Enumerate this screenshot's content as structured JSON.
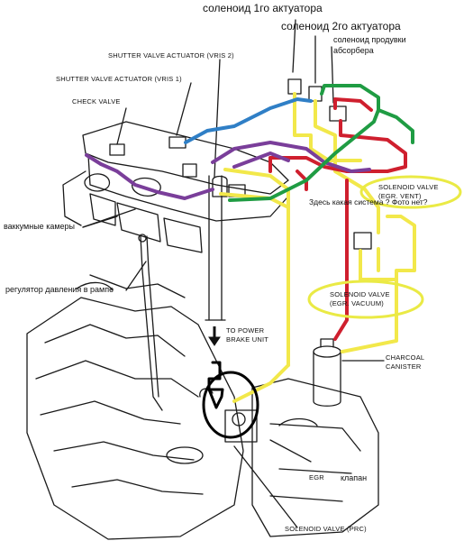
{
  "labels": {
    "solenoid_1": "соленоид 1го актуатора",
    "solenoid_2": "соленоид 2го актуатора",
    "purge_solenoid_line1": "соленоид продувки",
    "purge_solenoid_line2": "абсорбера",
    "vris2": "SHUTTER VALVE ACTUATOR (VRIS 2)",
    "vris1": "SHUTTER VALVE ACTUATOR (VRIS 1)",
    "check_valve": "CHECK VALVE",
    "vacuum_chambers": "ваккумные камеры",
    "pressure_regulator": "регулятор давления в рампе",
    "egr_vent_line1": "SOLENOID VALVE",
    "egr_vent_line2": "(EGR. VENT)",
    "question": "Здесь какая система ? Фото нет?",
    "egr_vacuum_line1": "SOLENOID VALVE",
    "egr_vacuum_line2": "(EGR. VACUUM)",
    "power_brake_line1": "TO POWER",
    "power_brake_line2": "BRAKE UNIT",
    "charcoal_line1": "CHARCOAL",
    "charcoal_line2": "CANISTER",
    "egr": "EGR",
    "valve": "клапан",
    "prc": "SOLENOID VALVE (PRC)"
  },
  "colors": {
    "blue": "#2f7fc6",
    "purple": "#7a3e9a",
    "red": "#cf1f2e",
    "green": "#1f9c43",
    "yellow": "#f2e84a",
    "highlight": "#eaea45",
    "ink": "#1a1a1a"
  }
}
